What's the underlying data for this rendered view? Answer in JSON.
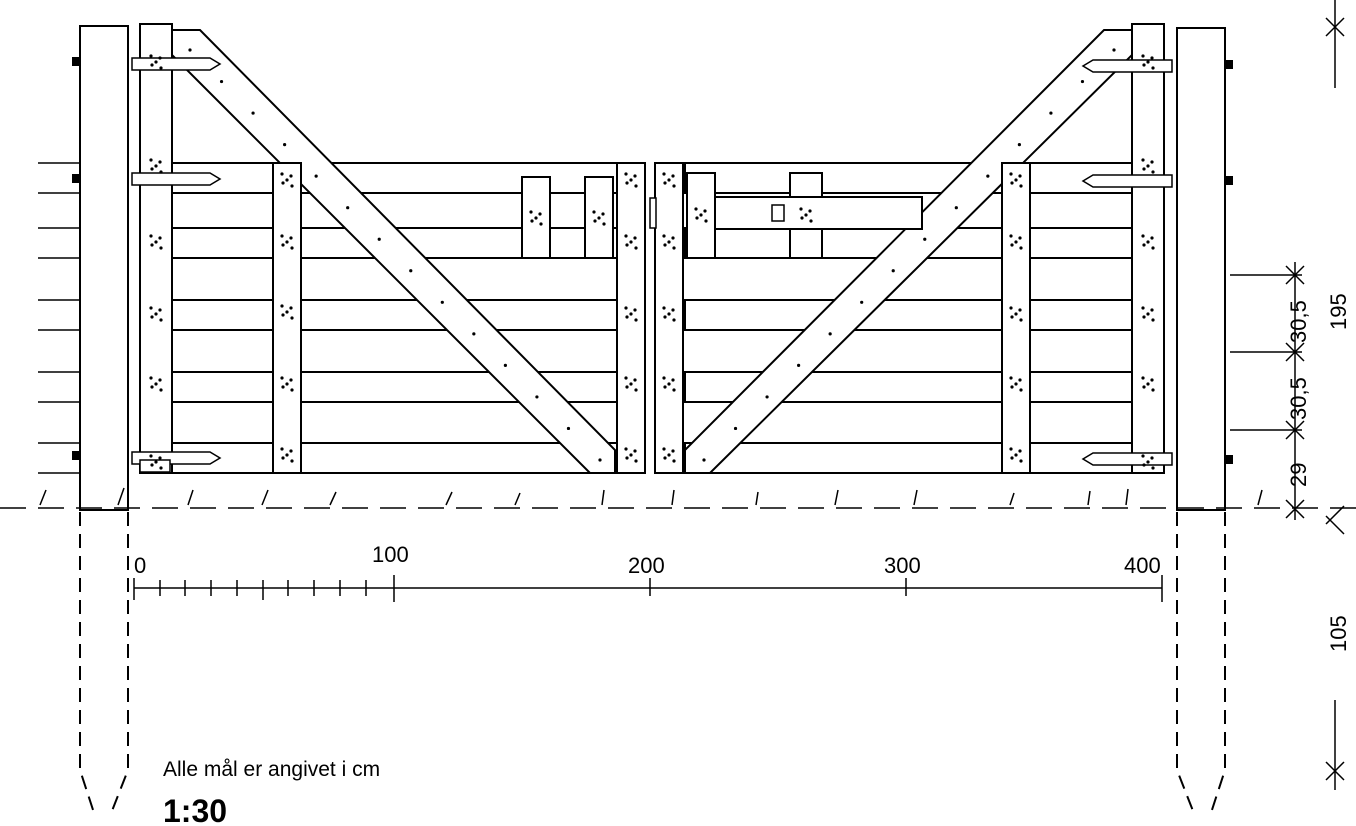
{
  "scale_bar": {
    "ticks": [
      "0",
      "100",
      "200",
      "300",
      "400"
    ]
  },
  "dimensions": {
    "overall_height": "195",
    "segment_upper": "30,5",
    "segment_middle": "30,5",
    "segment_lower": "29",
    "post_depth": "105"
  },
  "notes": {
    "units": "Alle mål er angivet i cm",
    "scale": "1:30"
  }
}
